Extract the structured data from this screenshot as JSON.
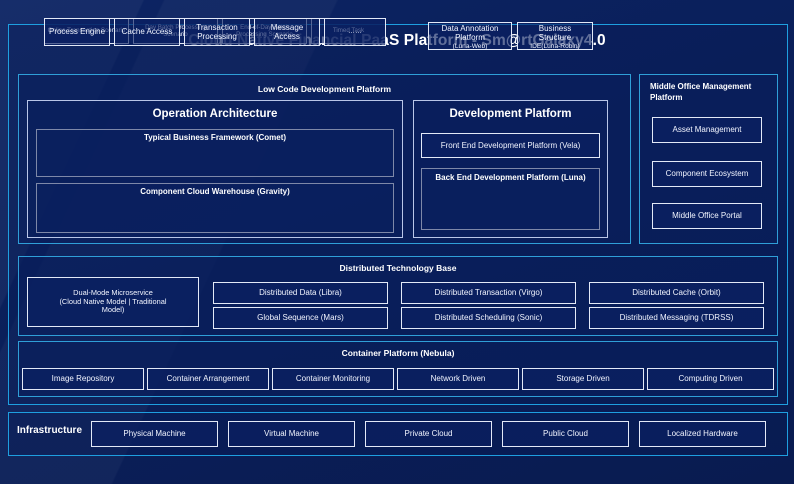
{
  "page": {
    "title": "Cloud Native Financial PaaS Platform - Sm@rtGalaxy4.0",
    "accent_cyan": "#1e9fe0",
    "background": "#0a1f5c",
    "box_border": "#e3e9f7"
  },
  "low_code": {
    "title": "Low Code Development Platform",
    "operation_architecture": {
      "title": "Operation Architecture",
      "typical_business_framework": {
        "title": "Typical Business Framework (Comet)",
        "items": [
          "Online Transaction Scenario",
          "Day Batch Processing Scenario",
          "End-of-Day Batch Processing Scenario",
          "Timed Task"
        ]
      },
      "component_cloud_warehouse": {
        "title": "Component Cloud Warehouse (Gravity)",
        "items": [
          "Process Engine",
          "Cache Access",
          "Transaction Processing",
          "Message Access",
          "……"
        ]
      }
    },
    "development_platform": {
      "title": "Development Platform",
      "front_end": "Front End Development Platform (Vela)",
      "back_end": {
        "title": "Back End Development Platform (Luna)",
        "items": [
          {
            "line1": "Data Annotation",
            "line2": "Platform",
            "line3": "(Luna-Web)"
          },
          {
            "line1": "Business",
            "line2": "Structure",
            "line3": "IDE(Luna-Robin)"
          }
        ]
      }
    }
  },
  "middle_office": {
    "title": "Middle Office Management Platform",
    "items": [
      "Asset Management",
      "Component Ecosystem",
      "Middle Office Portal"
    ]
  },
  "distributed_technology_base": {
    "title": "Distributed Technology Base",
    "dual_mode": "Dual-Mode Microservice (Cloud Native Model | Traditional Model)",
    "dual_mode_lines": [
      "Dual-Mode Microservice",
      "(Cloud Native Model | Traditional",
      "Model)"
    ],
    "row_top": [
      "Distributed Data (Libra)",
      "Distributed Transaction (Virgo)",
      "Distributed Cache (Orbit)"
    ],
    "row_bottom": [
      "Global Sequence (Mars)",
      "Distributed Scheduling (Sonic)",
      "Distributed Messaging (TDRSS)"
    ]
  },
  "container_platform": {
    "title": "Container Platform (Nebula)",
    "items": [
      "Image Repository",
      "Container Arrangement",
      "Container Monitoring",
      "Network Driven",
      "Storage Driven",
      "Computing Driven"
    ]
  },
  "infrastructure": {
    "label": "Infrastructure",
    "items": [
      "Physical Machine",
      "Virtual Machine",
      "Private Cloud",
      "Public Cloud",
      "Localized Hardware"
    ]
  }
}
